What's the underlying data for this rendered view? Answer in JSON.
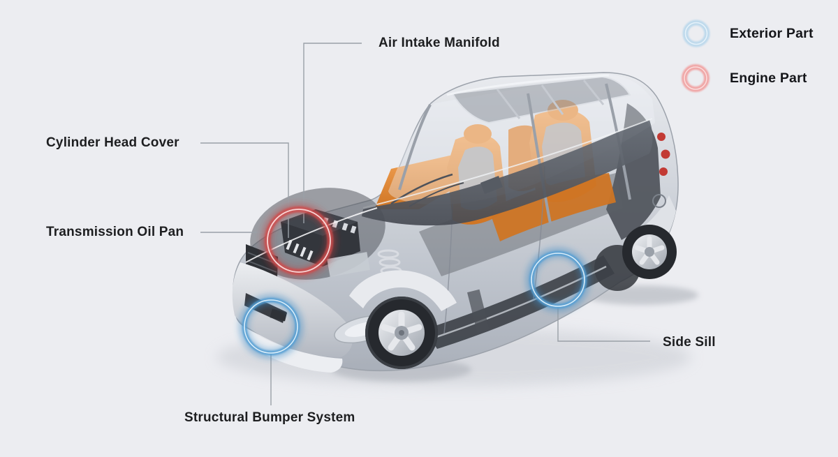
{
  "legend": {
    "items": [
      {
        "label": "Exterior Part",
        "category": "exterior",
        "ring_color": "#aed2ea"
      },
      {
        "label": "Engine Part",
        "category": "engine",
        "ring_color": "#f0a6a6"
      }
    ]
  },
  "annotations": [
    {
      "label": "Air Intake Manifold",
      "category": "engine"
    },
    {
      "label": "Cylinder Head Cover",
      "category": "engine"
    },
    {
      "label": "Transmission Oil Pan",
      "category": "engine"
    },
    {
      "label": "Structural Bumper System",
      "category": "exterior"
    },
    {
      "label": "Side Sill",
      "category": "exterior"
    }
  ],
  "colors": {
    "background": "#ecedf1",
    "label_text": "#1d1e20",
    "leader_line": "#9aa0a7",
    "exterior_marker": "#4f9ed2",
    "engine_marker": "#d25555",
    "seat_accent": "#e0832f"
  }
}
